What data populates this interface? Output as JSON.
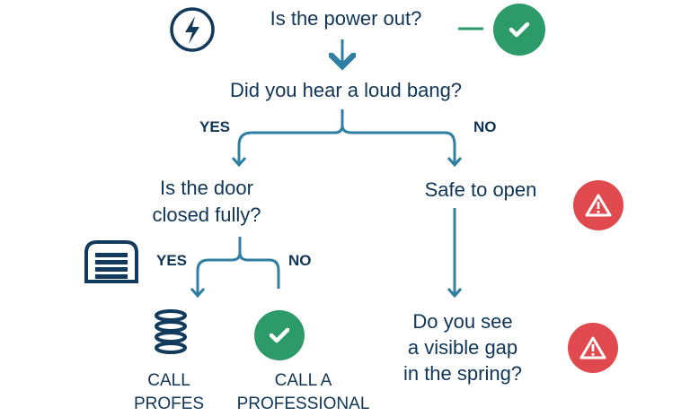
{
  "nodes": {
    "power": "Is the power out?",
    "bang": "Did you hear a loud bang?",
    "door": "Is the door\nclosed fully?",
    "safe": "Safe to open",
    "gap": "Do you see\na visible gap\nin the spring?"
  },
  "branch_labels": {
    "bang_yes": "YES",
    "bang_no": "NO",
    "door_yes": "YES",
    "door_no": "NO"
  },
  "outcomes": {
    "left": "CALL\nPROFES",
    "right": "CALL A\nPROFESSIONAL"
  },
  "icons": {
    "power": "lightning-icon",
    "check_top": "check-circle-icon",
    "warning_safe": "warning-icon",
    "warning_gap": "warning-icon",
    "garage": "garage-door-icon",
    "spring": "spring-icon",
    "check_bottom": "check-circle-icon"
  },
  "colors": {
    "text": "#0f3557",
    "arrow": "#2e7fa3",
    "green": "#2d9a6a",
    "red": "#e04a4f"
  }
}
